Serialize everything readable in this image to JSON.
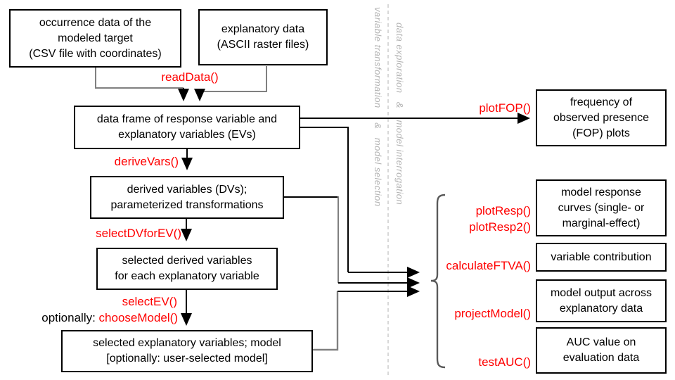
{
  "title": "MIAmaxent-style modeling workflow diagram",
  "palette": {
    "function_red": "#ff0000",
    "box_border": "#000000",
    "wire_black": "#000000",
    "wire_gray": "#808080",
    "bracket_gray": "#595959",
    "section_label_gray": "#b3b3b3",
    "divider_gray": "#c3c3c3",
    "background": "#ffffff"
  },
  "boxes": {
    "occurrence": {
      "lines": [
        "occurrence data of the",
        "modeled target",
        "(CSV file with coordinates)"
      ]
    },
    "explanatory": {
      "lines": [
        "explanatory data",
        "(ASCII raster files)"
      ]
    },
    "dataframe": {
      "lines": [
        "data frame of response variable and",
        "explanatory variables (EVs)"
      ]
    },
    "derived": {
      "lines": [
        "derived variables (DVs);",
        "parameterized transformations"
      ]
    },
    "selected_dv": {
      "lines": [
        "selected derived variables",
        "for each explanatory variable"
      ]
    },
    "selected_ev": {
      "lines": [
        "selected explanatory variables; model",
        "[optionally: user-selected model]"
      ]
    },
    "fop": {
      "lines": [
        "frequency of",
        "observed presence",
        "(FOP) plots"
      ]
    },
    "response_curves": {
      "lines": [
        "model response",
        "curves (single- or",
        "marginal-effect)"
      ]
    },
    "contribution": {
      "lines": [
        "variable contribution"
      ]
    },
    "model_output": {
      "lines": [
        "model output across",
        "explanatory data"
      ]
    },
    "auc": {
      "lines": [
        "AUC value on",
        "evaluation data"
      ]
    }
  },
  "functions": {
    "readData": "readData()",
    "deriveVars": "deriveVars()",
    "selectDVforEV": "selectDVforEV()",
    "selectEV": "selectEV()",
    "chooseModel_prefix": "optionally: ",
    "chooseModel": "chooseModel()",
    "plotFOP": "plotFOP()",
    "plotResp": "plotResp()",
    "plotResp2": "plotResp2()",
    "calculateFTVA": "calculateFTVA()",
    "projectModel": "projectModel()",
    "testAUC": "testAUC()"
  },
  "section_labels": {
    "left_of_divider": "variable transformation     &   model selection",
    "right_of_divider": "data exploration   &    model interrogation"
  }
}
